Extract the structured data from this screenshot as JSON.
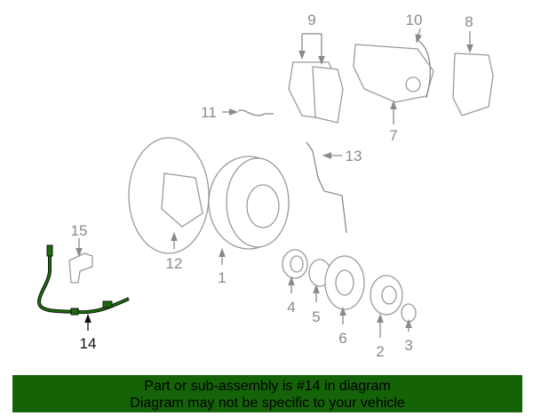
{
  "diagram": {
    "callouts": [
      "1",
      "2",
      "3",
      "4",
      "5",
      "6",
      "7",
      "8",
      "9",
      "10",
      "11",
      "12",
      "13",
      "14",
      "15"
    ],
    "highlighted_part": "14",
    "highlight_color": "#1a6b0a",
    "part_color": "#9a9a9a"
  },
  "banner": {
    "line1": "Part or sub-assembly is #14 in diagram",
    "line2": "Diagram may not be specific to your vehicle",
    "background": "#156307"
  }
}
